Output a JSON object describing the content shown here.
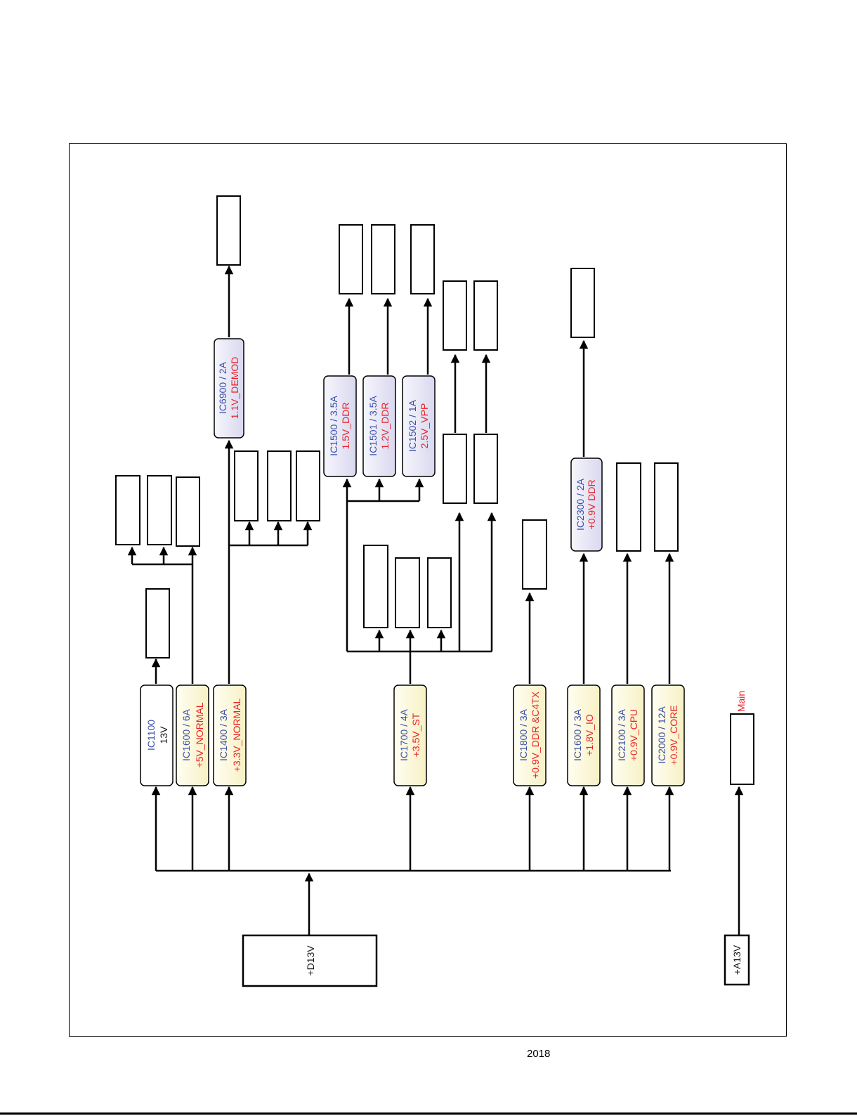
{
  "footer": {
    "year": "2018"
  },
  "sources": {
    "d13v": "+D13V",
    "a13v": "+A13V"
  },
  "main_label": "Main",
  "regulators": {
    "ic1100": {
      "ic": "IC1100",
      "out": "13V"
    },
    "ic1600a": {
      "ic": "IC1600 / 6A",
      "out": "+5V_NORMAL"
    },
    "ic1400": {
      "ic": "IC1400 / 3A",
      "out": "+3.3V_NORMAL"
    },
    "ic6900": {
      "ic": "IC6900 / 2A",
      "out": "1.1V_DEMOD"
    },
    "ic1500": {
      "ic": "IC1500 / 3.5A",
      "out": "1.5V_DDR"
    },
    "ic1501": {
      "ic": "IC1501 / 3.5A",
      "out": "1.2V_DDR"
    },
    "ic1502": {
      "ic": "IC1502 / 1A",
      "out": "2.5V_VPP"
    },
    "ic1700": {
      "ic": "IC1700 / 4A",
      "out": "+3.5V_ST"
    },
    "ic1800": {
      "ic": "IC1800 / 3A",
      "out": "+0.9V_DDR &C4TX"
    },
    "ic1600b": {
      "ic": "IC1600 / 3A",
      "out": "+1.8V_IO"
    },
    "ic2100": {
      "ic": "IC2100 / 3A",
      "out": "+0.9V_CPU"
    },
    "ic2000": {
      "ic": "IC2000 / 12A",
      "out": "+0.9V_CORE"
    },
    "ic2300": {
      "ic": "IC2300 / 2A",
      "out": "+0.9V DDR"
    }
  },
  "colors": {
    "ic_text": "#3a4fa8",
    "rail_text": "#e8232a",
    "yellow_fill": "#fbf8df",
    "lavender_fill": "#e9e8f6",
    "white_fill": "#ffffff"
  }
}
